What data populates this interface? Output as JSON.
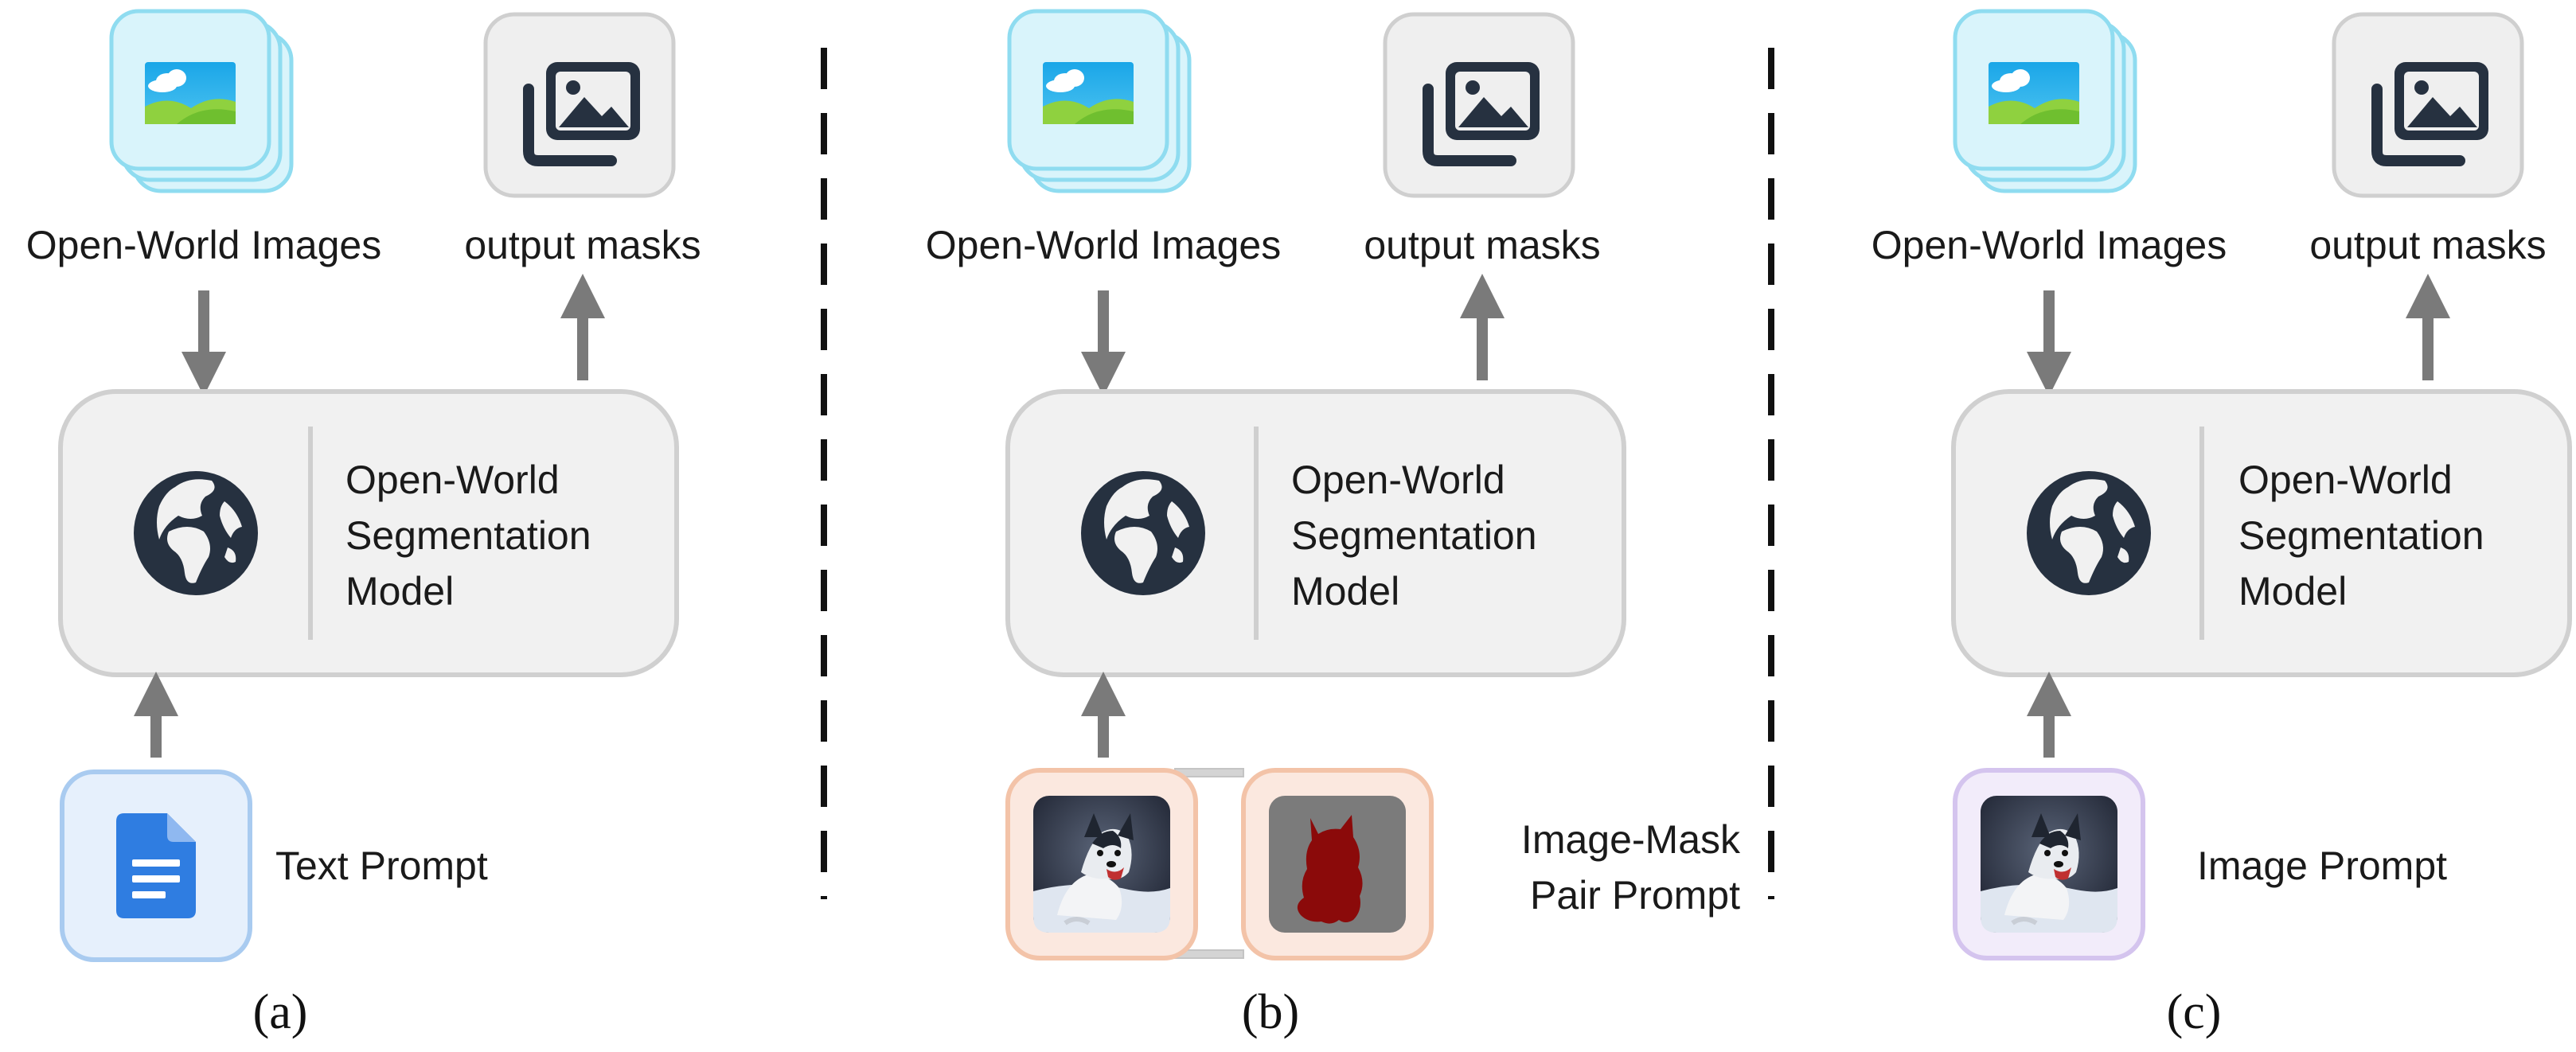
{
  "panels": [
    {
      "id": "a",
      "input_label": "Open-World Images",
      "output_label": "output masks",
      "model_label": [
        "Open-World",
        "Segmentation",
        "Model"
      ],
      "prompt_label": [
        "Text Prompt"
      ],
      "prompt_type": "text",
      "caption": "(a)"
    },
    {
      "id": "b",
      "input_label": "Open-World Images",
      "output_label": "output masks",
      "model_label": [
        "Open-World",
        "Segmentation",
        "Model"
      ],
      "prompt_label": [
        "Image-Mask",
        "Pair Prompt"
      ],
      "prompt_type": "image-mask-pair",
      "caption": "(b)"
    },
    {
      "id": "c",
      "input_label": "Open-World Images",
      "output_label": "output masks",
      "model_label": [
        "Open-World",
        "Segmentation",
        "Model"
      ],
      "prompt_label": [
        "Image Prompt"
      ],
      "prompt_type": "image",
      "caption": "(c)"
    }
  ],
  "colors": {
    "images_tile_fill": "#d9f4fb",
    "images_tile_stroke": "#8fdcf0",
    "masks_tile_fill": "#efefef",
    "masks_tile_stroke": "#cfcfcf",
    "model_fill": "#f1f1f1",
    "model_stroke": "#d0d0d0",
    "arrow": "#7a7a7a",
    "globe": "#263140",
    "text_prompt_fill": "#e6f0fc",
    "text_prompt_stroke": "#a9cbf0",
    "doc_icon": "#2f7de1",
    "pair_fill": "#fbe8df",
    "pair_stroke": "#f3c3a8",
    "image_prompt_fill": "#f2ecfa",
    "image_prompt_stroke": "#d4c4ee",
    "mask_red": "#8b0a0a",
    "divider": "#111111"
  },
  "icons": [
    "landscape-image-stack-icon",
    "image-gallery-icon",
    "globe-icon",
    "google-doc-icon",
    "dog-photo",
    "dog-mask"
  ]
}
